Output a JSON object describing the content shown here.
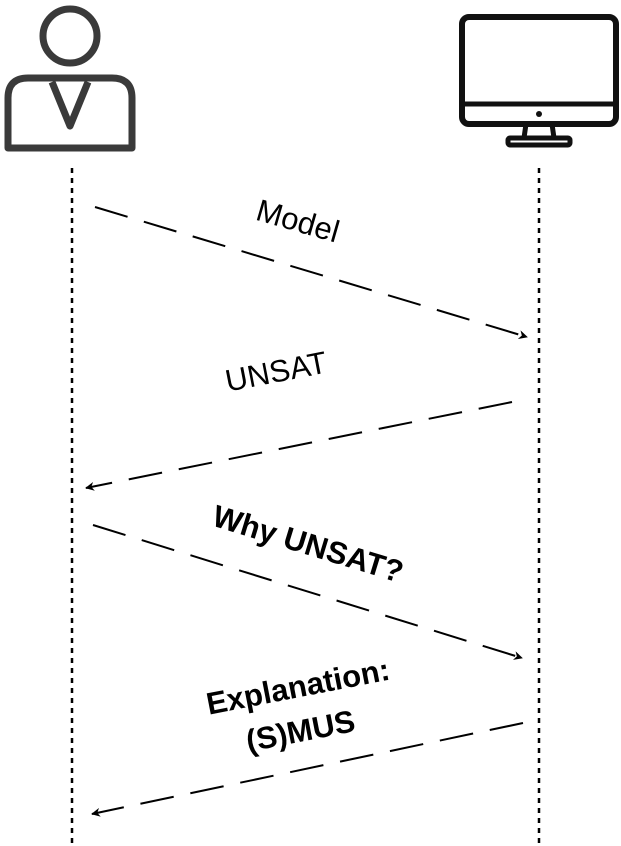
{
  "actors": {
    "user": {
      "icon": "user-icon"
    },
    "computer": {
      "icon": "monitor-icon"
    }
  },
  "messages": [
    {
      "label": "Model",
      "direction": "user-to-computer",
      "emphasis": "normal"
    },
    {
      "label": "UNSAT",
      "direction": "computer-to-user",
      "emphasis": "normal"
    },
    {
      "label": "Why UNSAT?",
      "direction": "user-to-computer",
      "emphasis": "bold"
    },
    {
      "label_line1": "Explanation:",
      "label_line2": "(S)MUS",
      "direction": "computer-to-user",
      "emphasis": "bold"
    }
  ],
  "colors": {
    "icon_stroke": "#3a3a3a",
    "line": "#000000"
  }
}
